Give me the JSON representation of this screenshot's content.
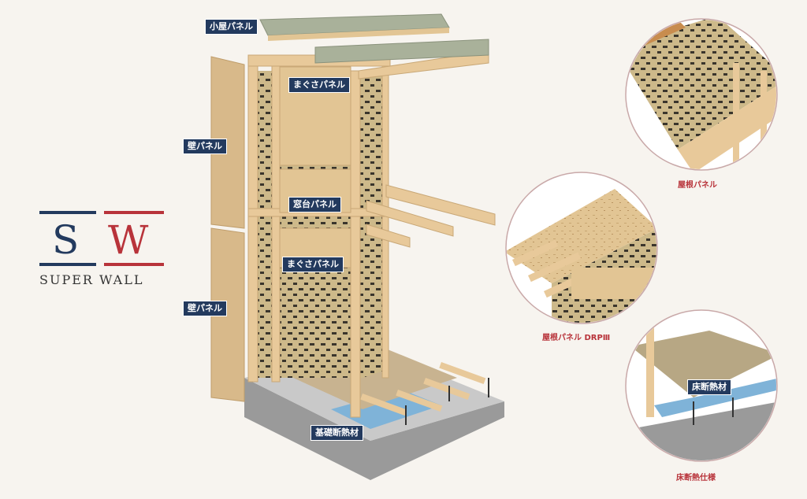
{
  "logo": {
    "letter_s": "S",
    "letter_w": "W",
    "wordmark": "SUPER WALL",
    "color_blue": "#233a5e",
    "color_red": "#b8333a"
  },
  "labels": {
    "attic_panel": "小屋パネル",
    "beam_panel_upper": "まぐさパネル",
    "wall_panel_upper": "壁パネル",
    "sill_panel": "窓台パネル",
    "beam_panel_lower": "まぐさパネル",
    "wall_panel_lower": "壁パネル",
    "foundation_insulation": "基礎断熱材",
    "floor_insulation": "床断熱材"
  },
  "captions": {
    "roof_panel": "屋根パネル",
    "roof_panel_drp": "屋根パネル DRPⅢ",
    "floor_insulation_spec": "床断熱仕様"
  },
  "colors": {
    "tag_bg": "#233a5e",
    "caption": "#b8333a",
    "wood": "#e8c99a",
    "panel": "#d8b98a"
  }
}
